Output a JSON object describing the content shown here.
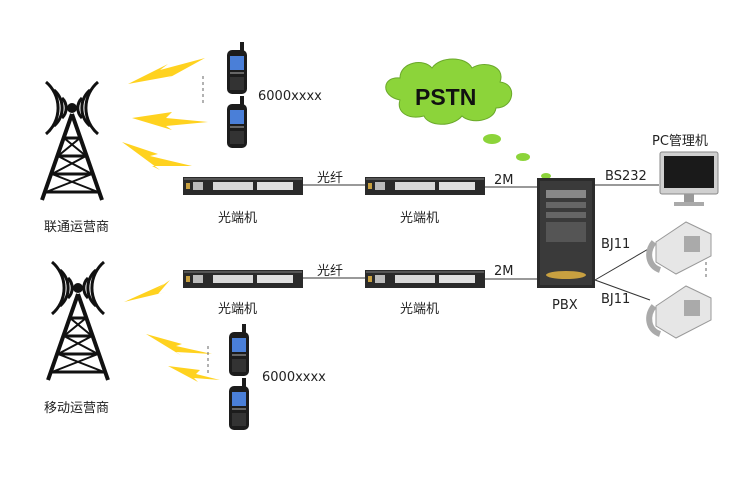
{
  "cloud": {
    "label": "PSTN",
    "color": "#8cd43a"
  },
  "carriers": {
    "unicom": {
      "label": "联通运营商"
    },
    "mobile": {
      "label": "移动运营商"
    }
  },
  "phones": {
    "top_number": "6000xxxx",
    "bottom_number": "6000xxxx"
  },
  "links": {
    "fiber_top": "光纤",
    "fiber_bottom": "光纤",
    "e1_top": "2M",
    "e1_bottom": "2M",
    "serial": "BS232",
    "ext_top": "BJ11",
    "ext_bottom": "BJ11"
  },
  "devices": {
    "optical_terminal": "光端机",
    "pbx": "PBX",
    "pc": "PC管理机"
  },
  "colors": {
    "lightning": "#ffd21f",
    "line": "#333333"
  }
}
